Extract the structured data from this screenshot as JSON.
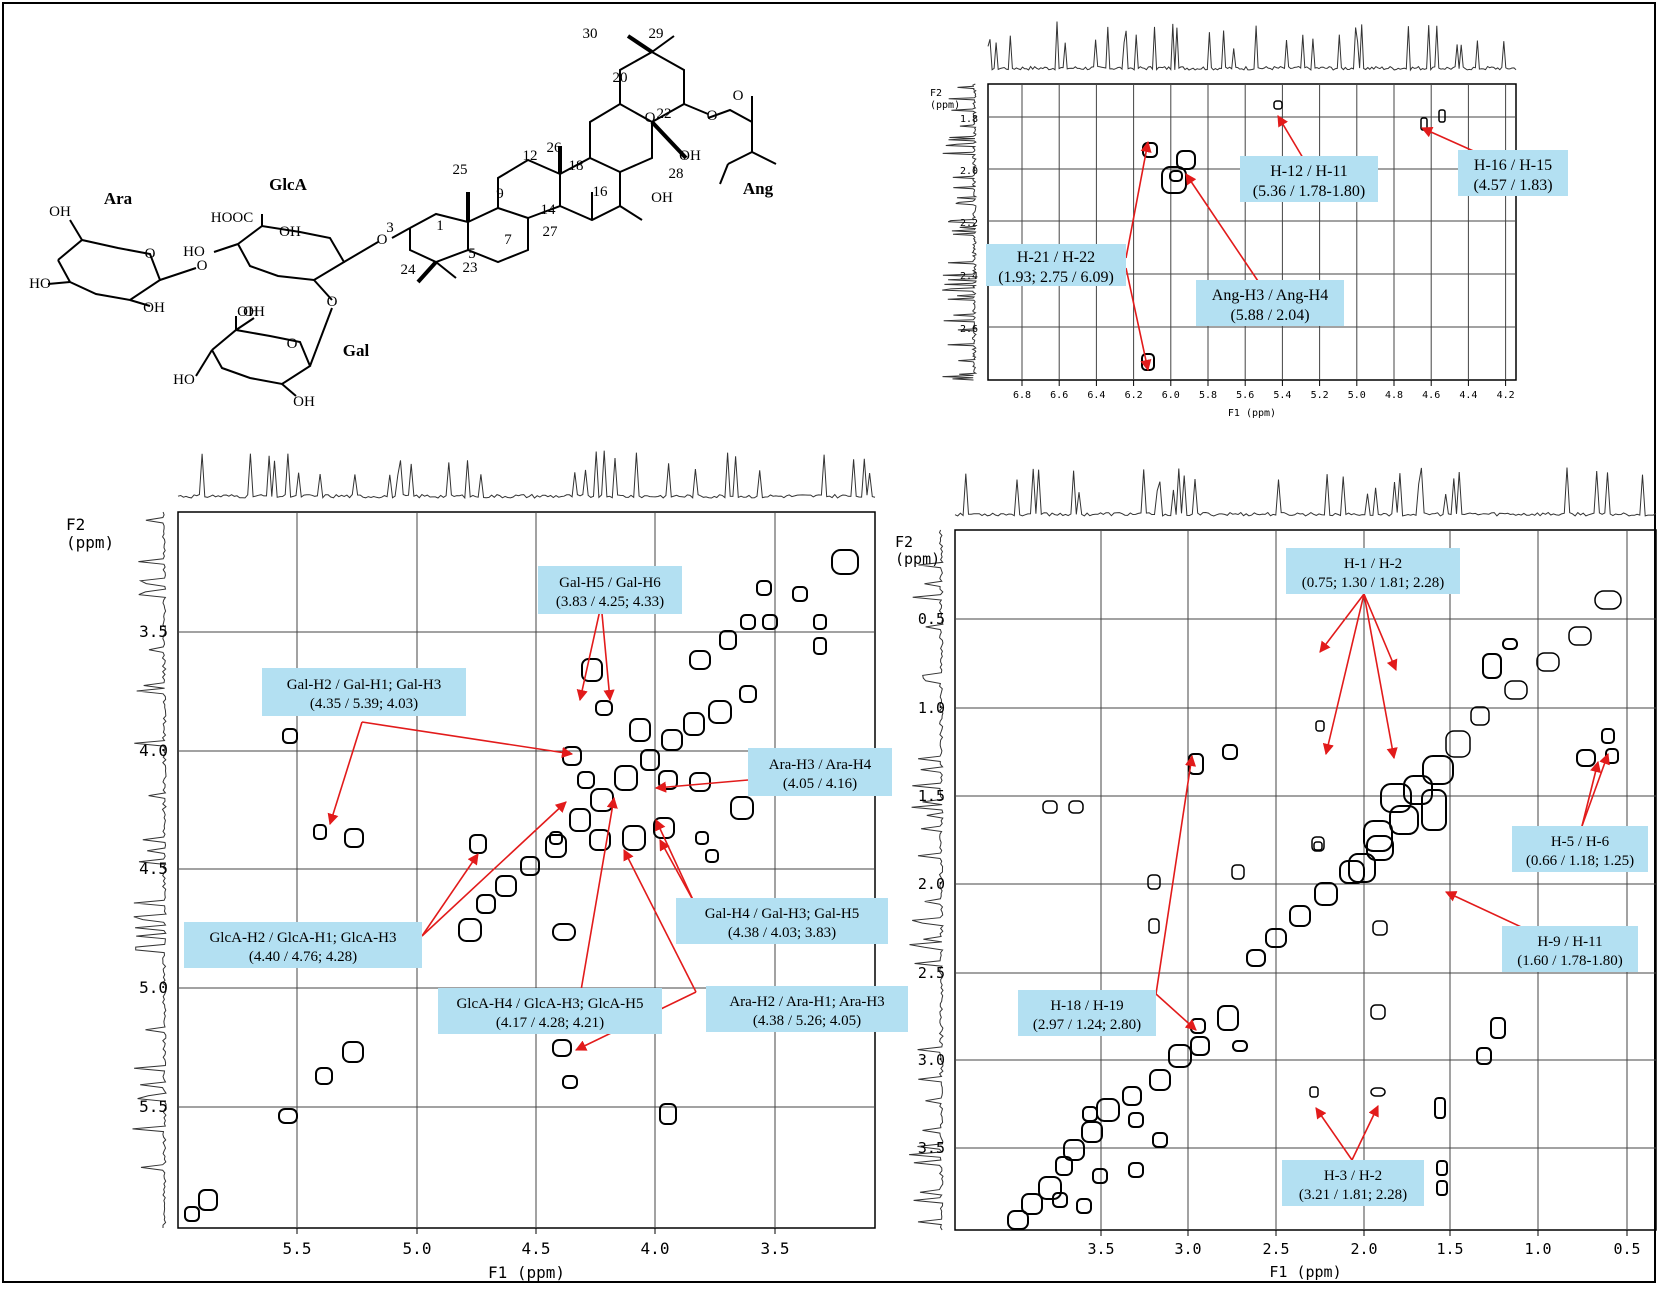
{
  "molecule": {
    "sugar_labels": [
      "Ara",
      "GlcA",
      "Gal",
      "Ang"
    ],
    "group_labels": [
      "OH",
      "HO",
      "OH",
      "HOOC",
      "HO",
      "O",
      "O",
      "OH",
      "OH",
      "HO",
      "OH",
      "O",
      "O",
      "OH",
      "OH",
      "O",
      "O",
      "O",
      "O",
      "OH"
    ],
    "carbon_numbers": [
      "1",
      "3",
      "5",
      "7",
      "9",
      "12",
      "14",
      "16",
      "18",
      "20",
      "22",
      "23",
      "24",
      "25",
      "26",
      "27",
      "28",
      "29",
      "30"
    ]
  },
  "panels": [
    {
      "id": "top-right",
      "y_axis_title": "F2\n(ppm)",
      "x_axis_title": "F1 (ppm)",
      "x_ticks": [
        "6.8",
        "6.6",
        "6.4",
        "6.2",
        "6.0",
        "5.8",
        "5.6",
        "5.4",
        "5.2",
        "5.0",
        "4.8",
        "4.6",
        "4.4",
        "4.2"
      ],
      "y_ticks": [
        "1.8",
        "2.0",
        "2.2",
        "2.4",
        "2.6"
      ],
      "annotations": [
        {
          "line1": "H-12 / H-11",
          "line2": "(5.36 / 1.78-1.80)"
        },
        {
          "line1": "H-16 / H-15",
          "line2": "(4.57 / 1.83)"
        },
        {
          "line1": "H-21 / H-22",
          "line2": "(1.93; 2.75 / 6.09)"
        },
        {
          "line1": "Ang-H3 / Ang-H4",
          "line2": "(5.88 / 2.04)"
        }
      ]
    },
    {
      "id": "bottom-left",
      "y_axis_title": "F2\n(ppm)",
      "x_axis_title": "F1 (ppm)",
      "x_ticks": [
        "5.5",
        "5.0",
        "4.5",
        "4.0",
        "3.5"
      ],
      "y_ticks": [
        "3.5",
        "4.0",
        "4.5",
        "5.0",
        "5.5"
      ],
      "annotations": [
        {
          "line1": "Gal-H5 / Gal-H6",
          "line2": "(3.83 / 4.25; 4.33)"
        },
        {
          "line1": "Gal-H2 / Gal-H1; Gal-H3",
          "line2": "(4.35 / 5.39; 4.03)"
        },
        {
          "line1": "Ara-H3 / Ara-H4",
          "line2": "(4.05 / 4.16)"
        },
        {
          "line1": "GlcA-H2 / GlcA-H1; GlcA-H3",
          "line2": "(4.40 / 4.76; 4.28)"
        },
        {
          "line1": "Gal-H4 / Gal-H3; Gal-H5",
          "line2": "(4.38 / 4.03; 3.83)"
        },
        {
          "line1": "GlcA-H4 / GlcA-H3; GlcA-H5",
          "line2": "(4.17 / 4.28; 4.21)"
        },
        {
          "line1": "Ara-H2 / Ara-H1; Ara-H3",
          "line2": "(4.38 / 5.26; 4.05)"
        }
      ]
    },
    {
      "id": "bottom-right",
      "y_axis_title": "F2\n(ppm)",
      "x_axis_title": "F1 (ppm)",
      "x_ticks": [
        "3.5",
        "3.0",
        "2.5",
        "2.0",
        "1.5",
        "1.0",
        "0.5"
      ],
      "y_ticks": [
        "0.5",
        "1.0",
        "1.5",
        "2.0",
        "2.5",
        "3.0",
        "3.5"
      ],
      "annotations": [
        {
          "line1": "H-1 / H-2",
          "line2": "(0.75; 1.30 / 1.81; 2.28)"
        },
        {
          "line1": "H-5 / H-6",
          "line2": "(0.66 / 1.18; 1.25)"
        },
        {
          "line1": "H-9 / H-11",
          "line2": "(1.60 / 1.78-1.80)"
        },
        {
          "line1": "H-18 / H-19",
          "line2": "(2.97 / 1.24; 2.80)"
        },
        {
          "line1": "H-3 / H-2",
          "line2": "(3.21 / 1.81; 2.28)"
        }
      ]
    }
  ],
  "colors": {
    "annotation_fill": "#b3e0f2",
    "arrow": "#e21b1b",
    "axis": "#000000",
    "grid": "#444444"
  }
}
